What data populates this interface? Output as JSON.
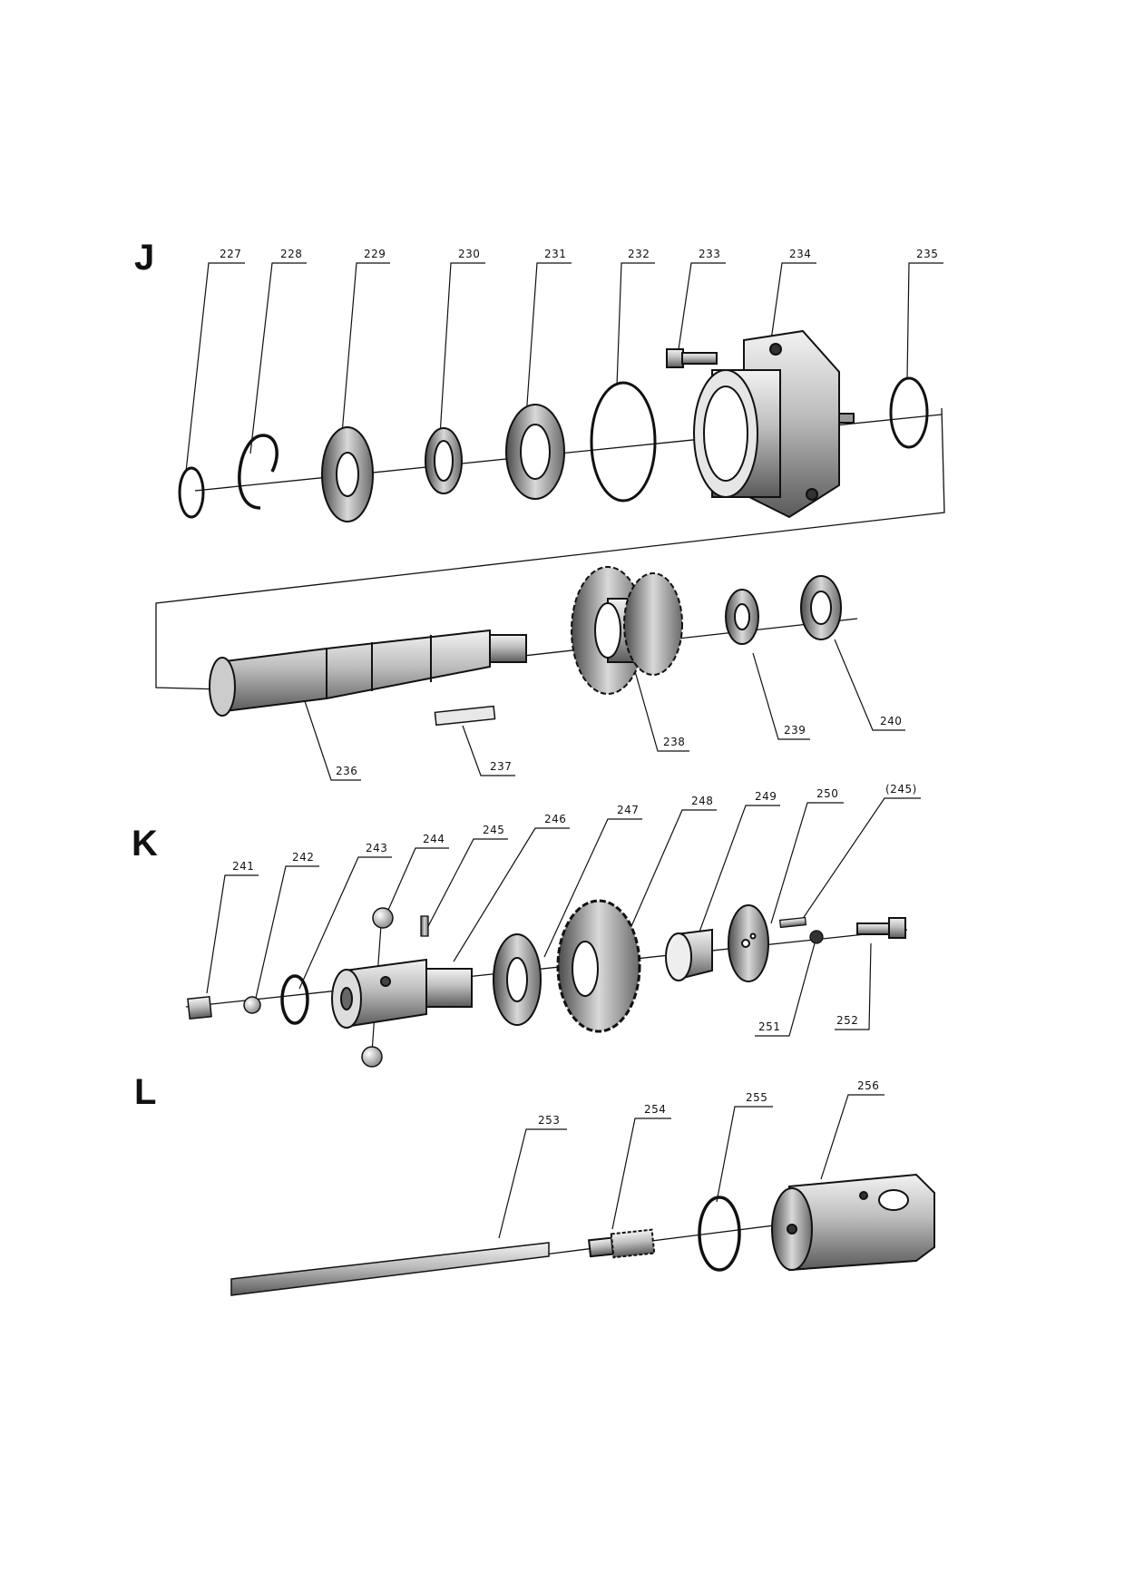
{
  "sections": [
    {
      "id": "J",
      "label": "J"
    },
    {
      "id": "K",
      "label": "K"
    },
    {
      "id": "L",
      "label": "L"
    }
  ],
  "parts": {
    "p227": "227",
    "p228": "228",
    "p229": "229",
    "p230": "230",
    "p231": "231",
    "p232": "232",
    "p233": "233",
    "p234": "234",
    "p235": "235",
    "p236": "236",
    "p237": "237",
    "p238": "238",
    "p239": "239",
    "p240": "240",
    "p241": "241",
    "p242": "242",
    "p243": "243",
    "p244": "244",
    "p245": "245",
    "p246": "246",
    "p247": "247",
    "p248": "248",
    "p249": "249",
    "p250": "250",
    "p245b": "(245)",
    "p251": "251",
    "p252": "252",
    "p253": "253",
    "p254": "254",
    "p255": "255",
    "p256": "256"
  }
}
